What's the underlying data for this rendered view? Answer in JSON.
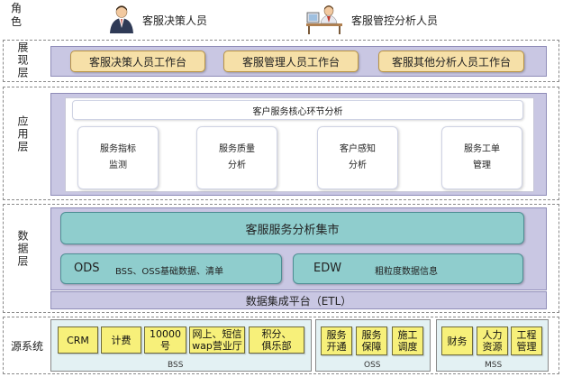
{
  "roles": {
    "label": "角色",
    "items": [
      {
        "label": "客服决策人员",
        "icon": "decision-maker-icon"
      },
      {
        "label": "客服管控分析人员",
        "icon": "analyst-icon"
      }
    ]
  },
  "presentation_layer": {
    "label": "展现层",
    "workbenches": [
      "客服决策人员工作台",
      "客服管理人员工作台",
      "客服其他分析人员工作台"
    ]
  },
  "application_layer": {
    "label": "应用层",
    "core": "客户服务核心环节分析",
    "modules": [
      {
        "line1": "服务指标",
        "line2": "监测"
      },
      {
        "line1": "服务质量",
        "line2": "分析"
      },
      {
        "line1": "客户感知",
        "line2": "分析"
      },
      {
        "line1": "服务工单",
        "line2": "管理"
      }
    ]
  },
  "data_layer": {
    "label": "数据层",
    "mart": "客服服务分析集市",
    "ods": {
      "title": "ODS",
      "desc": "BSS、OSS基础数据、清单"
    },
    "edw": {
      "title": "EDW",
      "desc": "粗粒度数据信息"
    },
    "etl": "数据集成平台（ETL）"
  },
  "source_layer": {
    "label": "源系统",
    "groups": [
      {
        "name": "BSS",
        "items": [
          {
            "line1": "CRM",
            "line2": ""
          },
          {
            "line1": "计费",
            "line2": ""
          },
          {
            "line1": "10000号",
            "line2": ""
          },
          {
            "line1": "网上、短信",
            "line2": "wap营业厅"
          },
          {
            "line1": "积分、",
            "line2": "俱乐部"
          }
        ]
      },
      {
        "name": "OSS",
        "items": [
          {
            "line1": "服务",
            "line2": "开通"
          },
          {
            "line1": "服务",
            "line2": "保障"
          },
          {
            "line1": "施工",
            "line2": "调度"
          }
        ]
      },
      {
        "name": "MSS",
        "items": [
          {
            "line1": "财务",
            "line2": ""
          },
          {
            "line1": "人力",
            "line2": "资源"
          },
          {
            "line1": "工程",
            "line2": "管理"
          }
        ]
      }
    ]
  }
}
